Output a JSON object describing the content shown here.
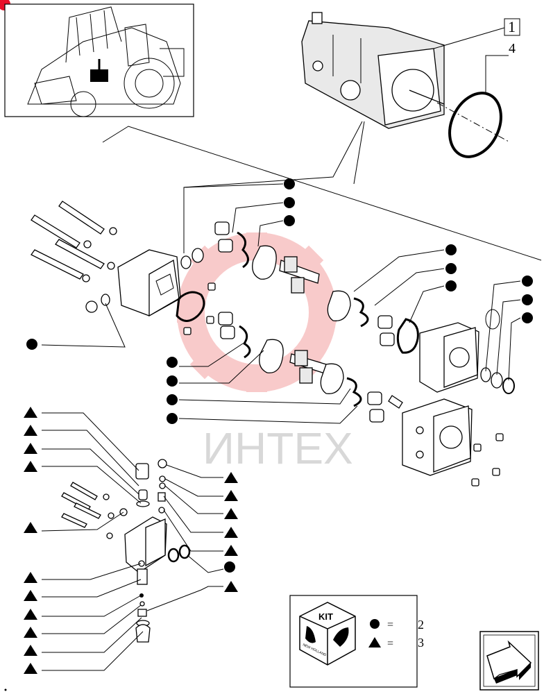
{
  "diagram": {
    "callouts": {
      "main_ref": "1",
      "ring_ref": "4"
    },
    "watermark_text": "ИНТЕХ",
    "kit_legend": {
      "kit_label": "KIT",
      "brand_text": "NEW HOLLAND",
      "rows": [
        {
          "symbol": "circle",
          "equals": "=",
          "value": "2"
        },
        {
          "symbol": "triangle",
          "equals": "=",
          "value": "3"
        }
      ]
    },
    "colors": {
      "marker": "#000000",
      "watermark": "#f08080",
      "corner_badge": "#e8102a"
    }
  }
}
